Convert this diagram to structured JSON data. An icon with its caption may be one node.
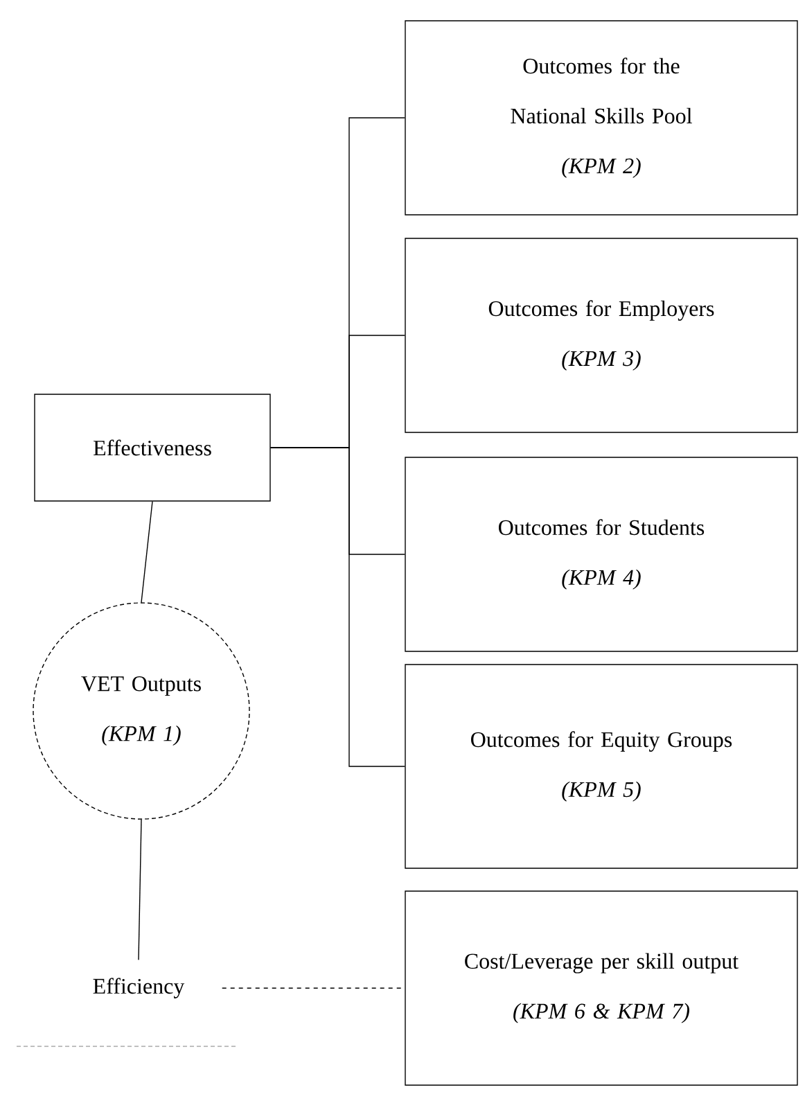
{
  "diagram": {
    "nodes": [
      {
        "text": [
          "Outcomes for the National Skills Pool",
          "(KPM 2)"
        ]
      },
      {
        "text": [
          "Outcomes for Employers",
          "(KPM 3)"
        ]
      },
      {
        "text": [
          "Outcomes for Students",
          "(KPM 4)"
        ]
      },
      {
        "text": [
          "Outcomes for Equity Groups",
          "(KPM 5)"
        ]
      },
      {
        "text": [
          "Cost/Leverage per skill output",
          "(KPM 6 & KPM 7)"
        ]
      },
      {
        "text": [
          "Effectiveness"
        ]
      },
      {
        "text": [
          "VET Outputs",
          "(KPM 1)"
        ]
      },
      {
        "text": [
          "Efficiency"
        ]
      }
    ],
    "edges": [
      {
        "from": 5,
        "to": 0,
        "arrow": "none"
      },
      {
        "from": 5,
        "to": 1,
        "arrow": "none"
      },
      {
        "from": 5,
        "to": 2,
        "arrow": "none"
      },
      {
        "from": 5,
        "to": 3,
        "arrow": "none"
      },
      {
        "from": 5,
        "to": 6,
        "arrow": "none"
      },
      {
        "from": 6,
        "to": 7,
        "arrow": "none"
      },
      {
        "from": 7,
        "to": 4,
        "arrow": "none",
        "style": "dashed"
      }
    ]
  }
}
